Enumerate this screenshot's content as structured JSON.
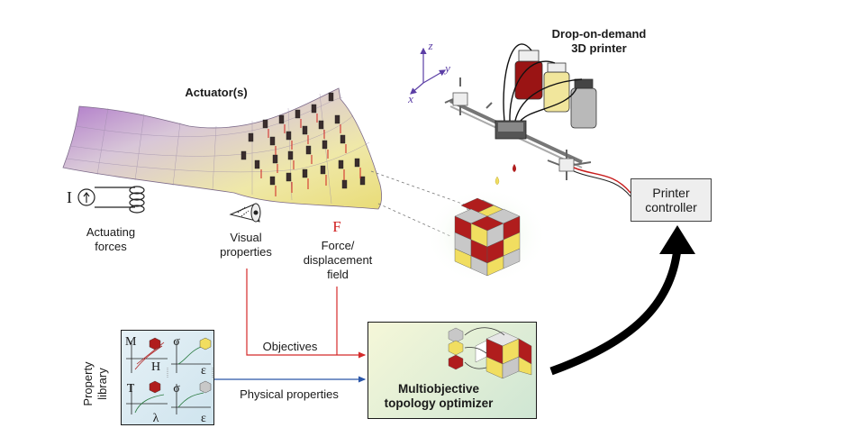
{
  "actuator": {
    "title": "Actuator(s)"
  },
  "actuating": {
    "symbol": "I",
    "label_line1": "Actuating",
    "label_line2": "forces"
  },
  "visual": {
    "label_line1": "Visual",
    "label_line2": "properties"
  },
  "force": {
    "symbol": "F",
    "label_line1": "Force/",
    "label_line2": "displacement",
    "label_line3": "field"
  },
  "printer": {
    "title_line1": "Drop-on-demand",
    "title_line2": "3D printer"
  },
  "axes": {
    "z": "z",
    "y": "y",
    "x": "x"
  },
  "controller": {
    "line1": "Printer",
    "line2": "controller"
  },
  "library": {
    "line1": "Property",
    "line2": "library"
  },
  "plots": {
    "p1": {
      "y": "M",
      "x": "H"
    },
    "p2": {
      "y": "σ",
      "x": "ε"
    },
    "p3": {
      "y": "T",
      "x": "λ"
    },
    "p4": {
      "y": "σ",
      "x": "ε"
    }
  },
  "arrows": {
    "objectives": "Objectives",
    "physical": "Physical properties"
  },
  "optimizer": {
    "line1": "Multiobjective",
    "line2": "topology optimizer"
  },
  "colors": {
    "red_material": "#b01d1d",
    "yellow_material": "#f1de60",
    "gray_material": "#c8c8c8",
    "objectives_arrow": "#d42a2a",
    "physical_arrow": "#2a56a8"
  }
}
